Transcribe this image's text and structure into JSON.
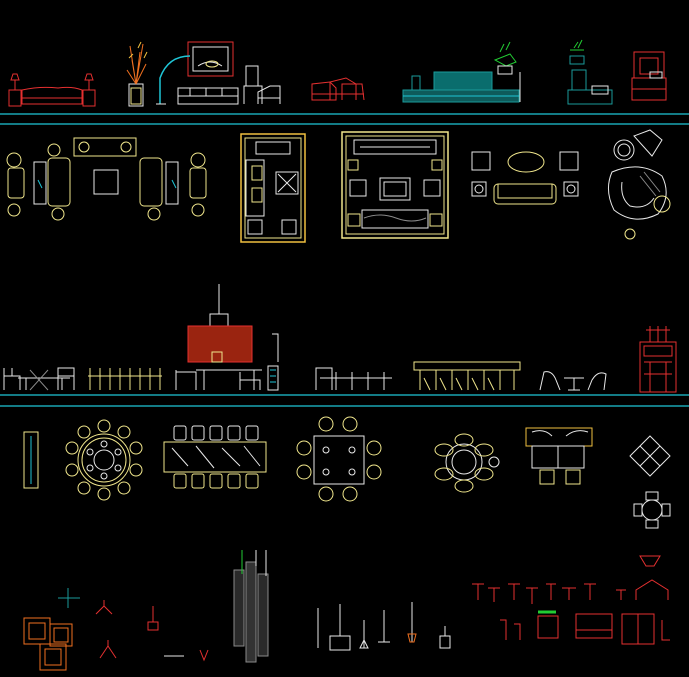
{
  "drawing": {
    "background": "#000000",
    "colors": {
      "yellow": "#f0e68c",
      "white": "#e8e8e8",
      "red": "#e53030",
      "cyan": "#1fc5d6",
      "teal": "#1a9a9a",
      "green": "#22cc33",
      "gray": "#8a8a8a",
      "orange": "#f07020"
    },
    "sections": [
      {
        "id": "living-elevations",
        "blocks": [
          "sofa-set-red",
          "floor-lamp-plant",
          "sofa-with-painting",
          "lounge-chairs",
          "armchair-pair-red",
          "tv-cabinet-elevation",
          "display-shelf",
          "cabinet-red"
        ]
      },
      {
        "id": "living-plans",
        "blocks": [
          "sofa-group-plan",
          "framed-lounge-plan",
          "tv-room-plan",
          "coffee-table-plan",
          "armchair-plan"
        ]
      },
      {
        "id": "dining-elevations",
        "blocks": [
          "dining-chairs-elevation",
          "pendant-table-elevation",
          "long-bench-elevation",
          "cafe-set",
          "bar-shelf-red"
        ]
      },
      {
        "id": "dining-plans",
        "blocks": [
          "wall-mirror",
          "round-table-10",
          "long-table-12",
          "square-table-8",
          "round-table-6",
          "booth-plan",
          "diamond-table",
          "round-table-4"
        ]
      },
      {
        "id": "details",
        "blocks": [
          "tiles",
          "lamp-symbols",
          "column-elevation",
          "pendant-lights",
          "red-hardware",
          "cabinet-details"
        ]
      }
    ]
  }
}
